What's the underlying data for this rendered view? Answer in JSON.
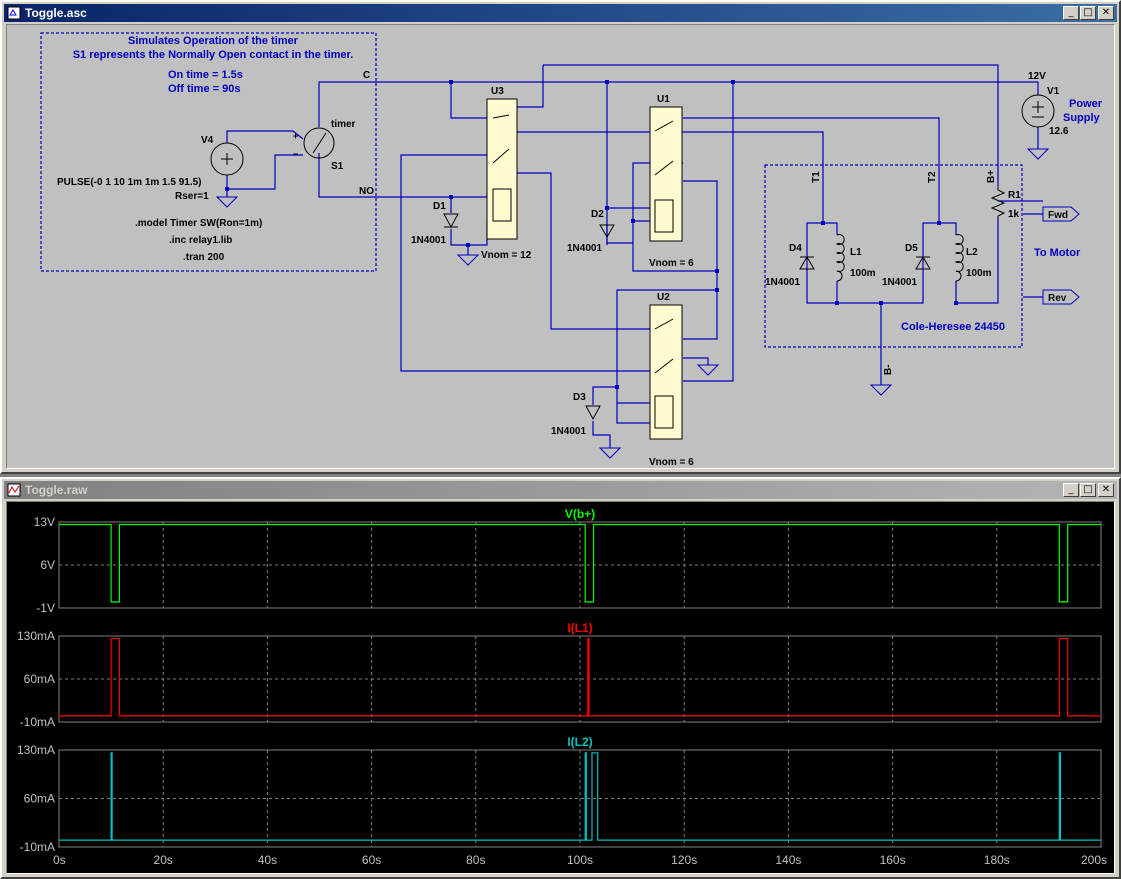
{
  "schematic_window": {
    "title": "Toggle.asc",
    "controls": {
      "minimize": "_",
      "maximize": "□",
      "close": "✕"
    },
    "comment_block": [
      "Simulates Operation of the timer",
      "S1 represents the Normally Open contact in the timer.",
      "On time = 1.5s",
      "Off time = 90s"
    ],
    "net_labels": {
      "c": "C",
      "no": "NO",
      "b_plus": "B+",
      "b_minus": "B-",
      "t1": "T1",
      "t2": "T2",
      "v12": "12V"
    },
    "components": {
      "v4": {
        "name": "V4",
        "value": "PULSE(-0 1 10 1m 1m 1.5 91.5)",
        "rser": "Rser=1"
      },
      "s1": {
        "name": "S1",
        "model": "timer"
      },
      "u3": {
        "name": "U3",
        "vnom": "Vnom = 12"
      },
      "u1": {
        "name": "U1",
        "vnom": "Vnom = 6"
      },
      "u2": {
        "name": "U2",
        "vnom": "Vnom = 6"
      },
      "d1": {
        "name": "D1",
        "model": "1N4001"
      },
      "d2": {
        "name": "D2",
        "model": "1N4001"
      },
      "d3": {
        "name": "D3",
        "model": "1N4001"
      },
      "d4": {
        "name": "D4",
        "model": "1N4001"
      },
      "d5": {
        "name": "D5",
        "model": "1N4001"
      },
      "l1": {
        "name": "L1",
        "value": "100m"
      },
      "l2": {
        "name": "L2",
        "value": "100m"
      },
      "r1": {
        "name": "R1",
        "value": "1k"
      },
      "v1": {
        "name": "V1",
        "value": "12.6",
        "label1": "Power",
        "label2": "Supply"
      }
    },
    "directives": [
      ".model Timer SW(Ron=1m)",
      ".inc relay1.lib",
      ".tran 200"
    ],
    "ports": {
      "fwd": "Fwd",
      "rev": "Rev"
    },
    "motor_label": "To Motor",
    "motor_box_label": "Cole-Heresee 24450",
    "pin_plus": "+",
    "pin_minus": "−"
  },
  "waveform_window": {
    "title": "Toggle.raw",
    "controls": {
      "minimize": "_",
      "maximize": "□",
      "close": "✕"
    }
  },
  "chart_data": [
    {
      "type": "line",
      "title": "V(b+)",
      "color": "#00ff00",
      "y_unit": "V",
      "ylim": [
        -1,
        13
      ],
      "yticks": [
        "13V",
        "6V",
        "-1V"
      ],
      "xlim": [
        0,
        200
      ],
      "x": [
        0,
        10.0,
        10.0,
        11.6,
        11.6,
        101.0,
        101.0,
        102.6,
        102.6,
        192.0,
        192.0,
        193.6,
        193.6,
        200
      ],
      "y": [
        12.6,
        12.6,
        0,
        0,
        12.6,
        12.6,
        0,
        0,
        12.6,
        12.6,
        0,
        0,
        12.6,
        12.6
      ]
    },
    {
      "type": "line",
      "title": "I(L1)",
      "color": "#ff0000",
      "y_unit": "mA",
      "ylim": [
        -10,
        130
      ],
      "yticks": [
        "130mA",
        "60mA",
        "-10mA"
      ],
      "xlim": [
        0,
        200
      ],
      "x": [
        0,
        10.0,
        10.0,
        11.6,
        11.6,
        101.5,
        101.5,
        101.7,
        101.7,
        192.0,
        192.0,
        193.6,
        193.6,
        200
      ],
      "y": [
        0,
        0,
        126,
        126,
        0,
        0,
        126,
        126,
        0,
        0,
        126,
        126,
        0,
        0
      ]
    },
    {
      "type": "line",
      "title": "I(L2)",
      "color": "#00c0c0",
      "y_unit": "mA",
      "ylim": [
        -10,
        130
      ],
      "yticks": [
        "130mA",
        "60mA",
        "-10mA"
      ],
      "xlim": [
        0,
        200
      ],
      "x": [
        0,
        10.0,
        10.0,
        10.2,
        10.2,
        101.0,
        101.0,
        101.2,
        101.2,
        102.3,
        102.3,
        103.4,
        103.4,
        192.0,
        192.0,
        192.2,
        192.2,
        200
      ],
      "y": [
        0,
        0,
        126,
        126,
        0,
        0,
        126,
        126,
        0,
        0,
        126,
        126,
        0,
        0,
        126,
        126,
        0,
        0
      ]
    }
  ],
  "x_axis": {
    "ticks": [
      "0s",
      "20s",
      "40s",
      "60s",
      "80s",
      "100s",
      "120s",
      "140s",
      "160s",
      "180s",
      "200s"
    ],
    "values": [
      0,
      20,
      40,
      60,
      80,
      100,
      120,
      140,
      160,
      180,
      200
    ]
  }
}
